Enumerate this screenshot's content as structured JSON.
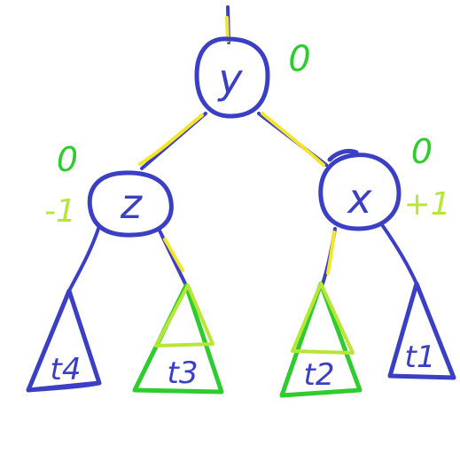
{
  "colors": {
    "blue": "#3a3fc4",
    "green": "#2ecc2e",
    "lime": "#b8e636",
    "yellow": "#f2e52a"
  },
  "nodes": {
    "y": {
      "label": "y",
      "balance_annot": "0"
    },
    "z": {
      "label": "z",
      "balance_annot": "0",
      "side_annot": "-1"
    },
    "x": {
      "label": "x",
      "balance_annot": "0",
      "side_annot": "+1"
    }
  },
  "subtrees": {
    "t4": {
      "label": "t4"
    },
    "t3": {
      "label": "t3"
    },
    "t2": {
      "label": "t2"
    },
    "t1": {
      "label": "t1"
    }
  }
}
